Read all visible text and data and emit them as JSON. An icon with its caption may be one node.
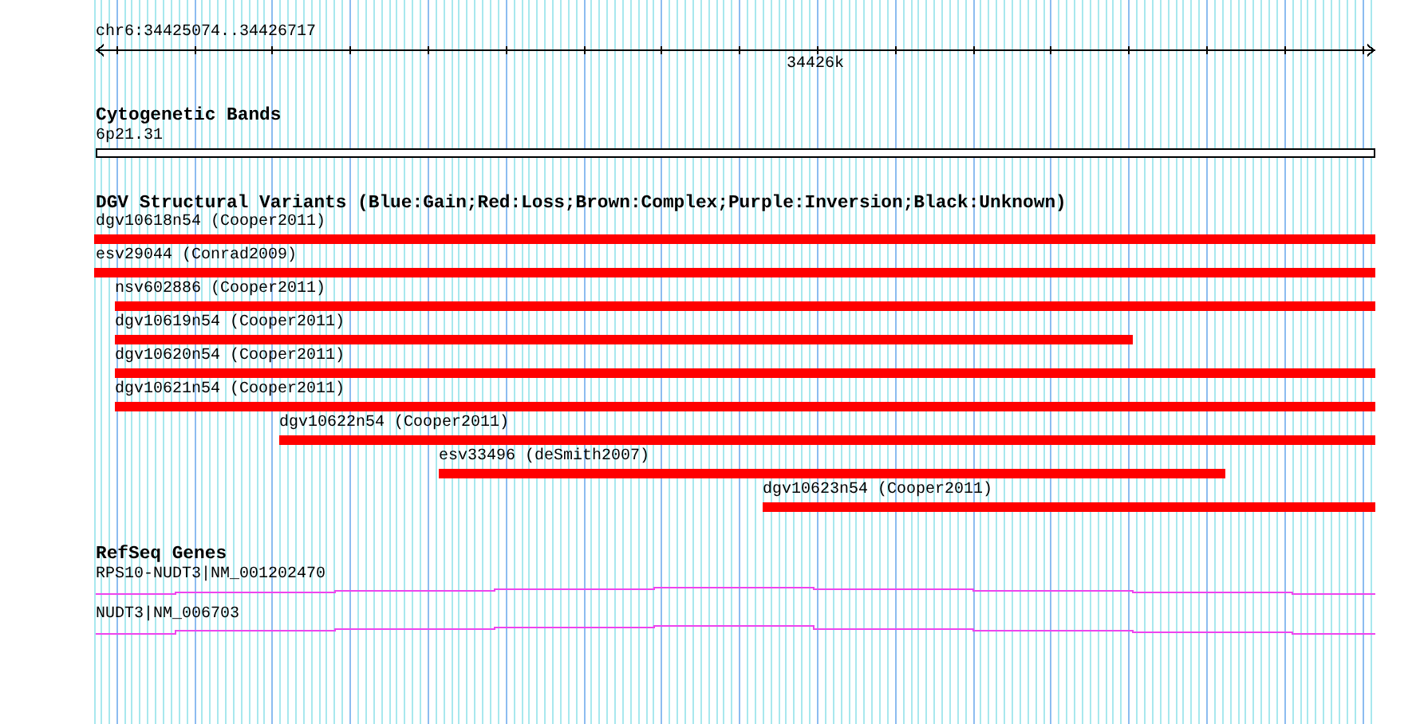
{
  "diagram": {
    "nodes": [
      {
        "text": [
          "6p21.31"
        ]
      },
      {
        "text": [
          "dgv10618n54 (Cooper2011)"
        ]
      },
      {
        "text": [
          "esv29044 (Conrad2009)"
        ]
      },
      {
        "text": [
          "nsv602886 (Cooper2011)"
        ]
      },
      {
        "text": [
          "dgv10619n54 (Cooper2011)"
        ]
      },
      {
        "text": [
          "dgv10620n54 (Cooper2011)"
        ]
      },
      {
        "text": [
          "dgv10621n54 (Cooper2011)"
        ]
      },
      {
        "text": [
          "dgv10622n54 (Cooper2011)"
        ]
      },
      {
        "text": [
          "esv33496 (deSmith2007)"
        ]
      },
      {
        "text": [
          "dgv10623n54 (Cooper2011)"
        ]
      },
      {
        "text": [
          "RPS10-NUDT3|NM_001202470"
        ]
      },
      {
        "text": [
          "NUDT3|NM_006703"
        ]
      }
    ],
    "labels": [
      "chr6:34425074..34426717",
      "34426k",
      "Cytogenetic Bands",
      "DGV Structural Variants (Blue:Gain;Red:Loss;Brown:Complex;Purple:Inversion;Black:Unknown)",
      "RefSeq Genes"
    ]
  }
}
